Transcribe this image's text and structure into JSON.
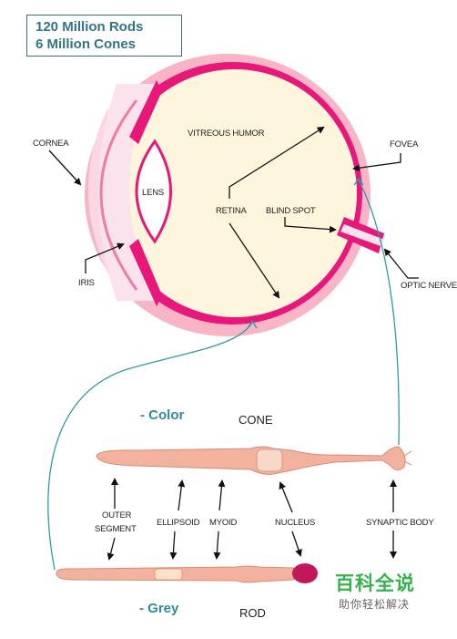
{
  "stats": {
    "rods": "120 Million Rods",
    "cones": "6 Million Cones"
  },
  "eye": {
    "cornea": "CORNEA",
    "iris": "IRIS",
    "lens": "LENS",
    "vitreous_humor": "VITREOUS HUMOR",
    "retina": "RETINA",
    "blind_spot": "BLIND SPOT",
    "fovea": "FOVEA",
    "optic_nerve": "OPTIC NERVE"
  },
  "cells": {
    "cone_title": "CONE",
    "rod_title": "ROD",
    "color_note": "- Color",
    "grey_note": "- Grey",
    "outer_segment_line1": "OUTER",
    "outer_segment_line2": "SEGMENT",
    "ellipsoid": "ELLIPSOID",
    "myoid": "MYOID",
    "nucleus": "NUCLEUS",
    "synaptic_body": "SYNAPTIC BODY"
  },
  "watermark": {
    "title": "百科全说",
    "subtitle": "助你轻松解决"
  },
  "colors": {
    "sclera": "#f5a6b8",
    "retina": "#e8177a",
    "cell_body": "#f0a590",
    "teal_text": "#2f8a9c",
    "watermark_green": "#33b44a"
  }
}
